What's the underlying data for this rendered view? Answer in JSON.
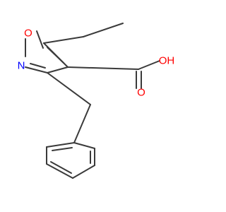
{
  "molecule": {
    "atoms": {
      "o_ring": "O",
      "n_ring": "N",
      "o_carbonyl": "O",
      "oh": "OH"
    },
    "colors": {
      "bond": "#3a3a3a",
      "oxygen": "#ff0000",
      "nitrogen": "#0000ff"
    }
  }
}
